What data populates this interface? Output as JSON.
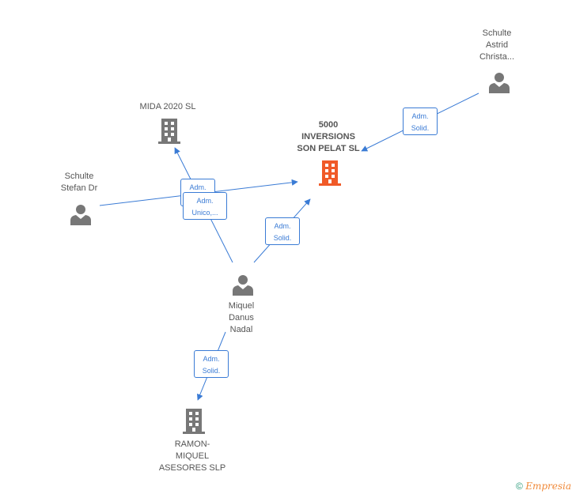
{
  "nodes": {
    "schulte_astrid": {
      "label": "Schulte\nAstrid\nChrista...",
      "kind": "person"
    },
    "mida_2020": {
      "label": "MIDA 2020  SL",
      "kind": "company"
    },
    "inversiones": {
      "label": "5000\nINVERSIONS\nSON PELAT SL",
      "kind": "company-main"
    },
    "schulte_stefan": {
      "label": "Schulte\nStefan Dr",
      "kind": "person"
    },
    "miquel_danus": {
      "label": "Miquel\nDanus\nNadal",
      "kind": "person"
    },
    "ramon_miquel": {
      "label": "RAMON-\nMIQUEL\nASESORES SLP",
      "kind": "company"
    }
  },
  "edges": {
    "astrid_to_inversiones": "Adm.\nSolid.",
    "stefan_to_inversiones": "Adm.\nSolid.",
    "miquel_to_mida": "Adm.\nUnico,...",
    "miquel_to_inversiones": "Adm.\nSolid.",
    "miquel_to_ramon": "Adm.\nSolid."
  },
  "colors": {
    "edge": "#3a7bd5",
    "icon": "#777777",
    "main_icon": "#f05a28"
  },
  "footer": {
    "symbol": "©",
    "brand": "Empresia"
  }
}
